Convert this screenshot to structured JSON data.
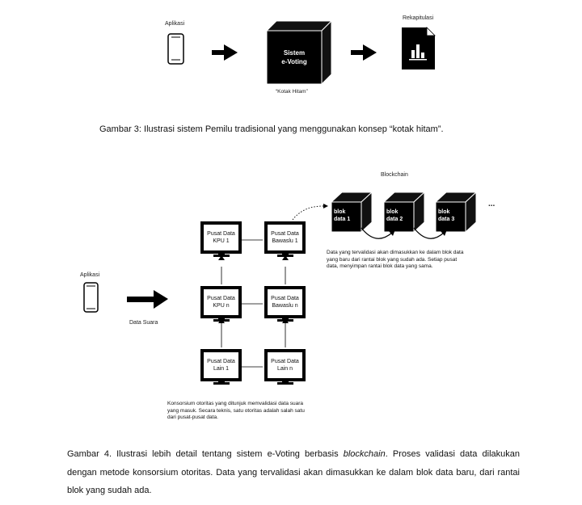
{
  "fig3": {
    "app_label": "Aplikasi",
    "system_line1": "Sistem",
    "system_line2": "e-Voting",
    "black_box_label": "“Kotak Hitam”",
    "recap_label": "Rekapitulasi",
    "caption": "Gambar 3: Ilustrasi sistem Pemilu tradisional yang menggunakan konsep “kotak hitam”."
  },
  "fig4": {
    "app_label": "Aplikasi",
    "vote_data_label": "Data Suara",
    "blockchain_title": "Blockchain",
    "blocks": [
      {
        "line1": "blok",
        "line2": "data 1"
      },
      {
        "line1": "blok",
        "line2": "data 2"
      },
      {
        "line1": "blok",
        "line2": "data 3"
      }
    ],
    "ellipsis": "...",
    "blockchain_desc": [
      "Data yang tervalidasi akan dimasukkan ke dalam blok data",
      "yang baru dari rantai blok yang sudah ada. Setiap pusat",
      "data, menyimpan rantai blok data yang sama."
    ],
    "nodes": [
      {
        "line1": "Pusat Data",
        "line2": "KPU 1"
      },
      {
        "line1": "Pusat Data",
        "line2": "Bawaslu 1"
      },
      {
        "line1": "Pusat Data",
        "line2": "KPU n"
      },
      {
        "line1": "Pusat Data",
        "line2": "Bawaslu n"
      },
      {
        "line1": "Pusat Data",
        "line2": "Lain 1"
      },
      {
        "line1": "Pusat Data",
        "line2": "Lain n"
      }
    ],
    "consortium_desc": [
      "Konsorsium otoritas yang ditunjuk memvalidasi data suara",
      "yang masuk. Secara teknis, satu otoritas adalah salah satu",
      "dari pusat-pusat data."
    ],
    "caption_prefix": "Gambar 4. Ilustrasi lebih detail tentang sistem e-Voting berbasis ",
    "caption_italic": "blockchain",
    "caption_suffix": ". Proses validasi data dilakukan dengan metode konsorsium otoritas. Data yang tervalidasi akan dimasukkan ke dalam blok data baru, dari rantai blok yang sudah ada."
  }
}
